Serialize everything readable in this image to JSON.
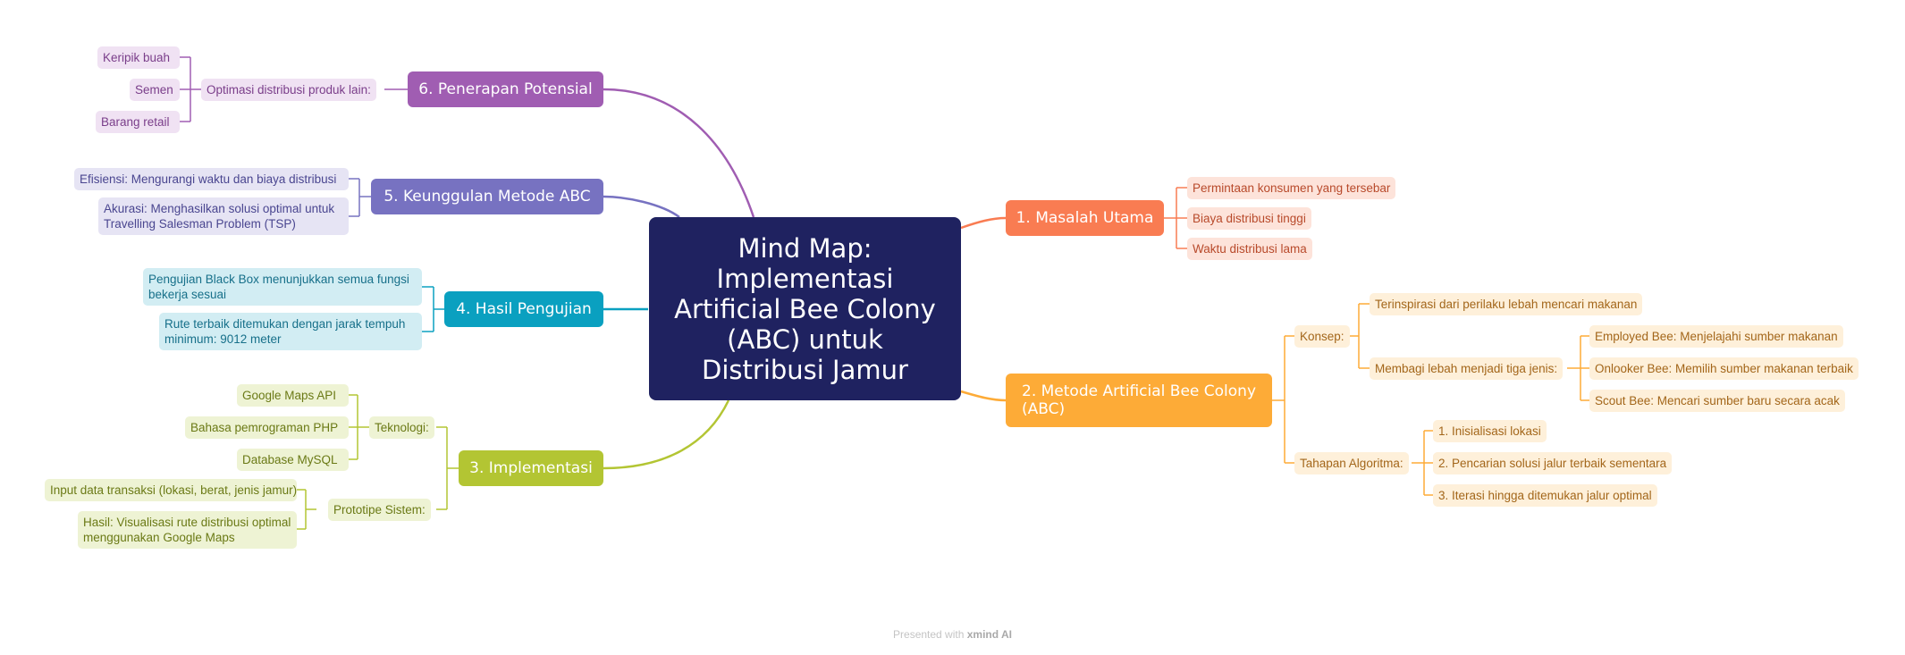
{
  "central": {
    "lines": [
      "Mind Map:",
      "Implementasi",
      "Artificial Bee Colony",
      "(ABC) untuk",
      "Distribusi Jamur"
    ]
  },
  "branch1": {
    "title": "1. Masalah Utama",
    "items": [
      "Permintaan konsumen yang tersebar",
      "Biaya distribusi tinggi",
      "Waktu distribusi lama"
    ]
  },
  "branch2": {
    "title": "2. Metode Artificial Bee Colony (ABC)",
    "konsep": {
      "label": "Konsep:",
      "item1": "Terinspirasi dari perilaku lebah mencari makanan",
      "item2": "Membagi lebah menjadi tiga jenis:",
      "bees": [
        "Employed Bee: Menjelajahi sumber makanan",
        "Onlooker Bee: Memilih sumber makanan terbaik",
        "Scout Bee: Mencari sumber baru secara acak"
      ]
    },
    "tahapan": {
      "label": "Tahapan Algoritma:",
      "steps": [
        "1. Inisialisasi lokasi",
        "2. Pencarian solusi jalur terbaik sementara",
        "3. Iterasi hingga ditemukan jalur optimal"
      ]
    }
  },
  "branch3": {
    "title": "3. Implementasi",
    "teknologi": {
      "label": "Teknologi:",
      "items": [
        "Google Maps API",
        "Bahasa pemrograman PHP",
        "Database MySQL"
      ]
    },
    "prototipe": {
      "label": "Prototipe Sistem:",
      "items": [
        "Input data transaksi (lokasi, berat, jenis jamur)",
        "Hasil: Visualisasi rute distribusi optimal menggunakan Google Maps"
      ]
    }
  },
  "branch4": {
    "title": "4. Hasil Pengujian",
    "items": [
      "Pengujian Black Box menunjukkan semua fungsi bekerja sesuai",
      "Rute terbaik ditemukan dengan jarak tempuh minimum: 9012 meter"
    ]
  },
  "branch5": {
    "title": "5. Keunggulan Metode ABC",
    "items": [
      "Efisiensi: Mengurangi waktu dan biaya distribusi",
      "Akurasi: Menghasilkan solusi optimal untuk Travelling Salesman Problem (TSP)"
    ]
  },
  "branch6": {
    "title": "6. Penerapan Potensial",
    "label": "Optimasi distribusi produk lain:",
    "items": [
      "Keripik buah",
      "Semen",
      "Barang retail"
    ]
  },
  "footer": {
    "prefix": "Presented with",
    "brand": "xmind AI"
  },
  "colors": {
    "central": "#1f2260",
    "branch1": "#f97c52",
    "branch2": "#fdab37",
    "branch3": "#b3c533",
    "branch4": "#0aa0c0",
    "branch5": "#7772c1",
    "branch6": "#a05db2"
  }
}
